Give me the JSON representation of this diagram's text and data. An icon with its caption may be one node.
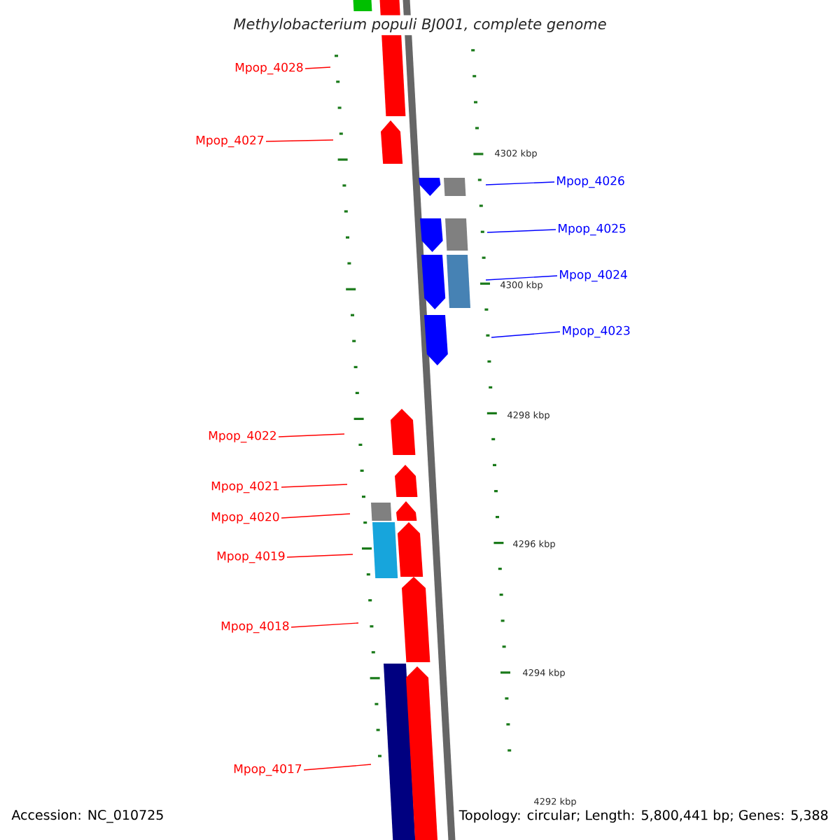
{
  "diagram": {
    "title": "Methylobacterium populi BJ001, complete genome",
    "nodes": [
      {
        "text": [
          "Mpop_4028"
        ]
      },
      {
        "text": [
          "Mpop_4027"
        ]
      },
      {
        "text": [
          "Mpop_4026"
        ]
      },
      {
        "text": [
          "Mpop_4025"
        ]
      },
      {
        "text": [
          "Mpop_4024"
        ]
      },
      {
        "text": [
          "Mpop_4023"
        ]
      },
      {
        "text": [
          "Mpop_4022"
        ]
      },
      {
        "text": [
          "Mpop_4021"
        ]
      },
      {
        "text": [
          "Mpop_4020"
        ]
      },
      {
        "text": [
          "Mpop_4019"
        ]
      },
      {
        "text": [
          "Mpop_4018"
        ]
      },
      {
        "text": [
          "Mpop_4017"
        ]
      }
    ],
    "edges": [
      {
        "from": 0,
        "to": null,
        "arrow": "none"
      },
      {
        "from": 1,
        "to": null,
        "arrow": "none"
      },
      {
        "from": 2,
        "to": null,
        "arrow": "none",
        "color": "#0000ff"
      },
      {
        "from": 3,
        "to": null,
        "arrow": "none",
        "color": "#0000ff"
      },
      {
        "from": 4,
        "to": null,
        "arrow": "none",
        "color": "#0000ff"
      },
      {
        "from": 5,
        "to": null,
        "arrow": "none",
        "color": "#0000ff"
      },
      {
        "from": 6,
        "to": null,
        "arrow": "none"
      },
      {
        "from": 7,
        "to": null,
        "arrow": "none"
      },
      {
        "from": 8,
        "to": null,
        "arrow": "none"
      },
      {
        "from": 9,
        "to": null,
        "arrow": "none"
      },
      {
        "from": 10,
        "to": null,
        "arrow": "none"
      },
      {
        "from": 11,
        "to": null,
        "arrow": "none"
      }
    ],
    "labels": [
      "4302 kbp",
      "4300 kbp",
      "4298 kbp",
      "4296 kbp",
      "4294 kbp",
      "4292 kbp",
      "Accession: NC_010725",
      "Topology: circular; Length: 5,800,441 bp; Genes: 5,388"
    ]
  }
}
